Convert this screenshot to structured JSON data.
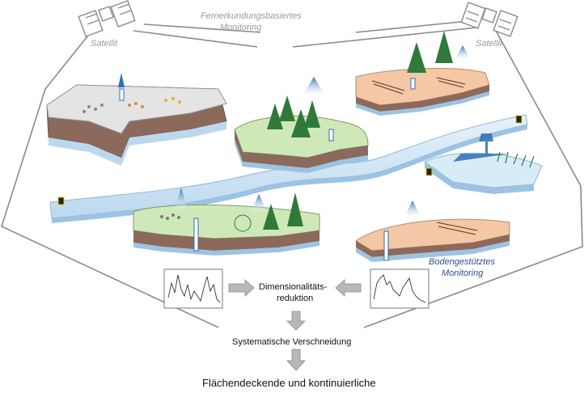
{
  "labels": {
    "remote_title_line1": "Fernerkundungsbasiertes",
    "remote_title_line2": "Monitoring",
    "satellite_left": "Satellit",
    "satellite_right": "Satellit",
    "ground_line1": "Bodengestütztes",
    "ground_line2": "Monitoring",
    "dimred_line1": "Dimensionalitäts-",
    "dimred_line2": "reduktion",
    "intersection": "Systematische Verschneidung",
    "result": "Flächendeckende und kontinuierliche"
  },
  "colors": {
    "outline": "#8a8a8a",
    "soil": "#8b6a5c",
    "water": "#cfe4f5",
    "grass": "#cfe8b8",
    "sand": "#f4c7a5",
    "tree": "#2f7a3a",
    "arrow_blue": "#2d6fb5"
  }
}
